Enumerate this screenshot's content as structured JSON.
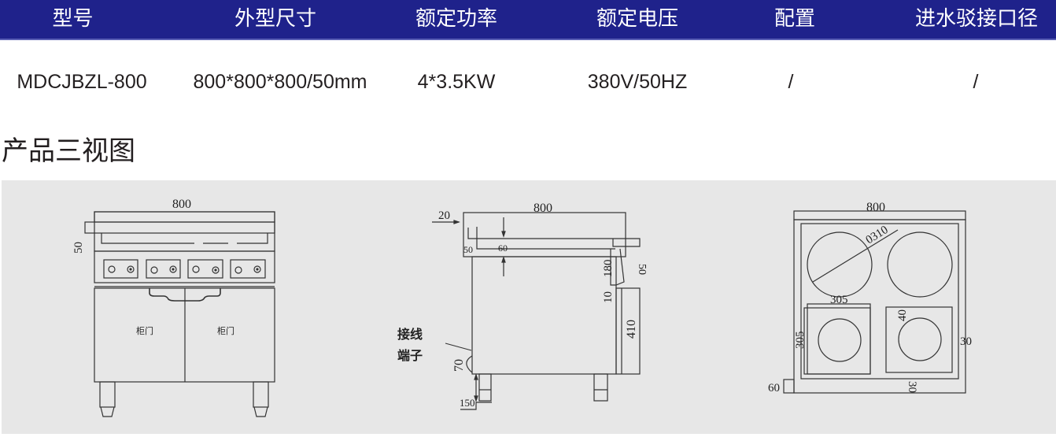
{
  "spec_table": {
    "headers": [
      "型号",
      "外型尺寸",
      "额定功率",
      "额定电压",
      "配置",
      "进水驳接口径"
    ],
    "row": [
      "MDCJBZL-800",
      "800*800*800/50mm",
      "4*3.5KW",
      "380V/50HZ",
      "/",
      "/"
    ],
    "header_bg": "#1f228b"
  },
  "section": {
    "title": "产品三视图"
  },
  "views": {
    "front": {
      "width_label": "800",
      "height_label": "50",
      "door_left": "柜门",
      "door_right": "柜门"
    },
    "side": {
      "width_label": "800",
      "dim_20": "20",
      "dim_50_left": "50",
      "dim_60": "60",
      "dim_50_right": "50",
      "dim_180": "180",
      "dim_10": "10",
      "dim_410": "410",
      "dim_70": "70",
      "dim_150": "150",
      "terminal_line1": "接线",
      "terminal_line2": "端子"
    },
    "top": {
      "width_label": "800",
      "dim_diameter": "0310",
      "dim_305_h": "305",
      "dim_305_v": "305",
      "dim_40": "40",
      "dim_30_right": "30",
      "dim_30_bottom": "30",
      "dim_60": "60"
    }
  }
}
